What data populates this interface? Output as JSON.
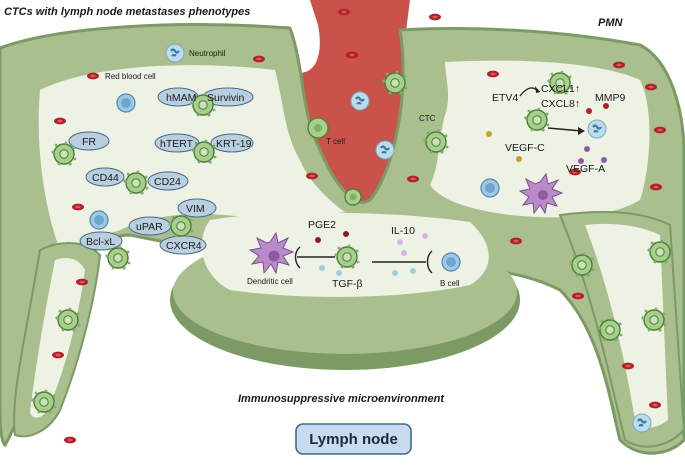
{
  "labels": {
    "ctc_header": "CTCs with lymph node metastases phenotypes",
    "pmn_header": "PMN",
    "immuno_header": "Immunosuppressive microenvironment",
    "lymph_node": "Lymph node",
    "neutrophil": "Neutrophil",
    "red_blood_cell": "Red blood cell",
    "t_cell": "T cell",
    "ctc": "CTC",
    "dendritic_cell": "Dendritic cell",
    "b_cell": "B cell",
    "pge2": "PGE2",
    "tgf_beta": "TGF-β",
    "il10": "IL-10",
    "etv4": "ETV4",
    "cxcl1": "CXCL1↑",
    "cxcl8": "CXCL8↑",
    "mmp9": "MMP9",
    "vegf_c": "VEGF-C",
    "vegf_a": "VEGF-A"
  },
  "markers": {
    "hmam": "hMAM",
    "survivin": "Survivin",
    "fr": "FR",
    "htert": "hTERT",
    "krt19": "KRT-19",
    "cd44": "CD44",
    "cd24": "CD24",
    "vim": "VIM",
    "upar": "uPAR",
    "cxcr4": "CXCR4",
    "bclxl": "Bcl-xL"
  },
  "colors": {
    "vessel_red": "#c9534b",
    "node_green_dark": "#7c9a63",
    "node_green": "#a9bf8e",
    "node_inner": "#eef2e4",
    "marker_fill": "#b9cfe0",
    "ctc_green": "#a7cf8c",
    "rbc": "#b3202a",
    "dendritic": "#b98bc9",
    "neutrophil": "#bcdcec"
  }
}
